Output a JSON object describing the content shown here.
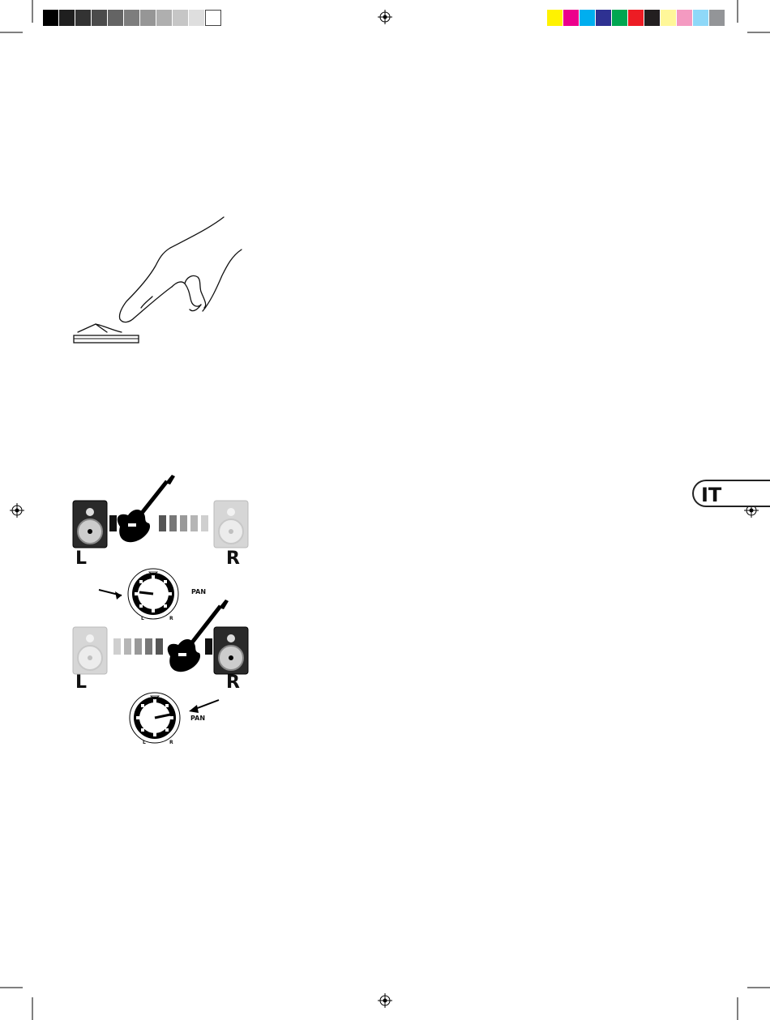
{
  "language_tab": {
    "code": "IT"
  },
  "figure_pan": {
    "top": {
      "left_label": "L",
      "right_label": "R",
      "knob_label": "PAN",
      "scale_left": "L",
      "scale_right": "R"
    },
    "bottom": {
      "left_label": "L",
      "right_label": "R",
      "knob_label": "PAN",
      "scale_left": "L",
      "scale_right": "R"
    }
  },
  "colors": {
    "greyscale": [
      "#000000",
      "#1f1f1f",
      "#333333",
      "#4b4b4b",
      "#646464",
      "#7d7d7d",
      "#969696",
      "#afafaf",
      "#c6c6c6",
      "#dedede",
      "#ffffff"
    ],
    "process": [
      "#fff200",
      "#ec008c",
      "#00aeef",
      "#2e3192",
      "#00a651",
      "#ed1c24",
      "#231f20",
      "#fff799",
      "#f49ac1",
      "#8ed8f8",
      "#939598"
    ]
  }
}
